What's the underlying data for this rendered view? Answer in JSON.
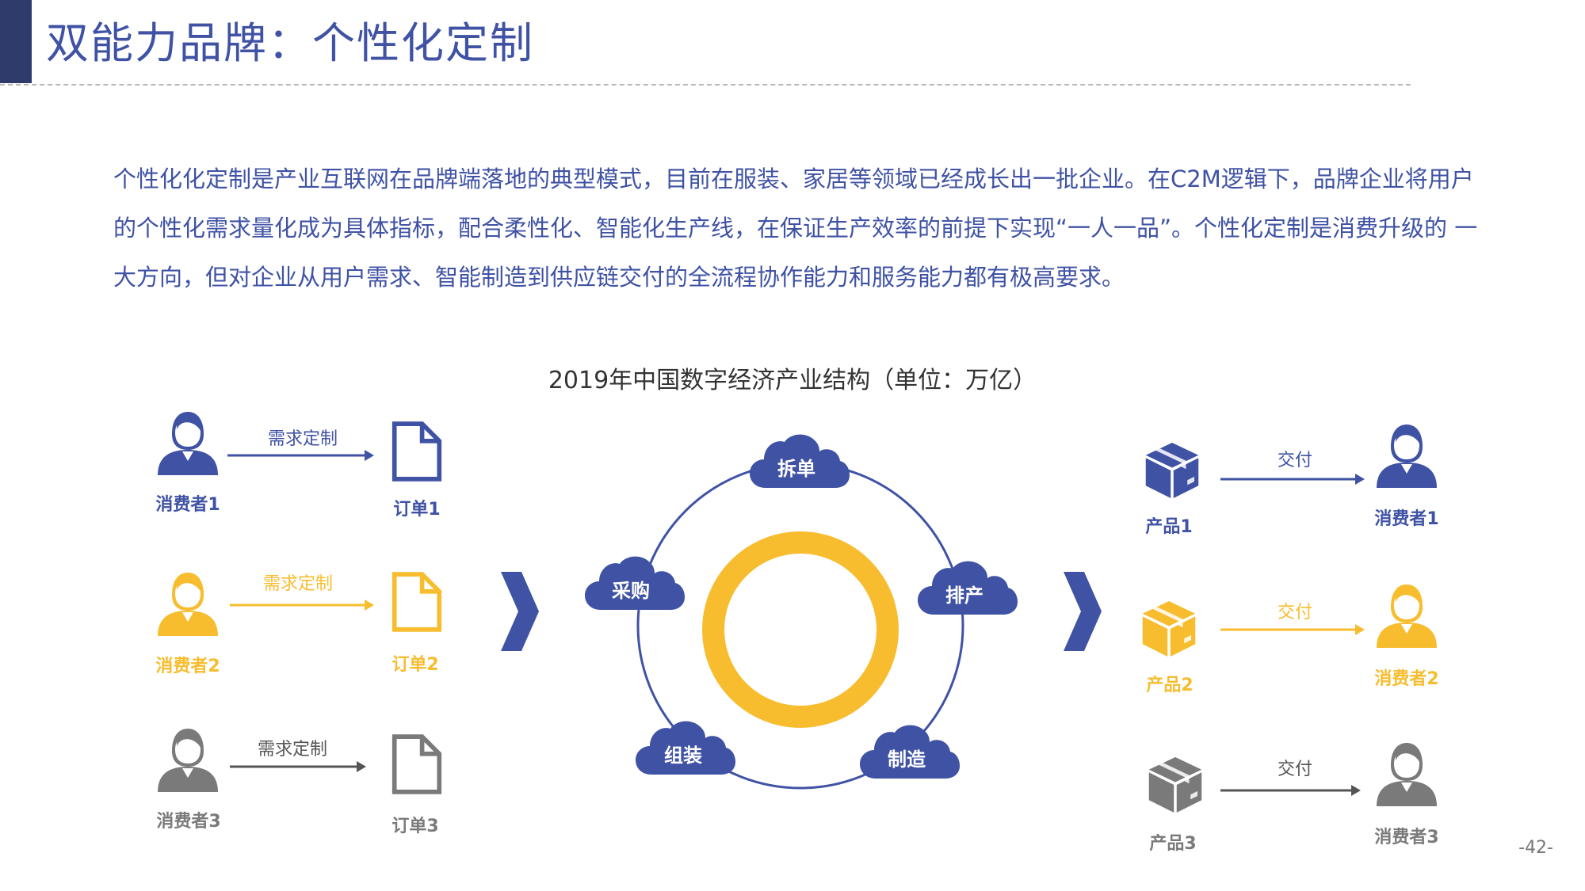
{
  "header": {
    "title": "双能力品牌：个性化定制"
  },
  "intro": {
    "lines": [
      "个性化化定制是产业互联网在品牌端落地的典型模式，目前在服装、家居等领域已经成长出一批企业。在C2M逻辑下，品牌企业将用户",
      "的个性化需求量化成为具体指标，配合柔性化、智能化生产线，在保证生产效率的前提下实现“一人一品”。个性化定制是消费升级的 一",
      "大方向，但对企业从用户需求、智能制造到供应链交付的全流程协作能力和服务能力都有极高要求。"
    ]
  },
  "diagram": {
    "caption": "2019年中国数字经济产业结构（单位：万亿）",
    "colors": {
      "blue": "#3f52a4",
      "yellow": "#f7bd2f",
      "gray": "#7a7a7a",
      "cloud": "#3f52a4",
      "ring": "#f7bd2f",
      "circle_line": "#3f52a4"
    },
    "left_rows": [
      {
        "consumer": "消费者1",
        "action": "需求定制",
        "order": "订单1",
        "color": "#3f52a4"
      },
      {
        "consumer": "消费者2",
        "action": "需求定制",
        "order": "订单2",
        "color": "#f7bd2f"
      },
      {
        "consumer": "消费者3",
        "action": "需求定制",
        "order": "订单3",
        "color": "#7a7a7a"
      }
    ],
    "right_rows": [
      {
        "product": "产品1",
        "action": "交付",
        "consumer": "消费者1",
        "color": "#3f52a4"
      },
      {
        "product": "产品2",
        "action": "交付",
        "consumer": "消费者2",
        "color": "#f7bd2f"
      },
      {
        "product": "产品3",
        "action": "交付",
        "consumer": "消费者3",
        "color": "#7a7a7a"
      }
    ],
    "cycle_steps": [
      "拆单",
      "排产",
      "制造",
      "组装",
      "采购"
    ],
    "icons": {
      "consumer": "user-icon",
      "order": "document-icon",
      "product": "box-icon",
      "step": "cloud-icon",
      "flow": "chevron-right-icon"
    }
  },
  "footer": {
    "page_number": "-42-"
  }
}
